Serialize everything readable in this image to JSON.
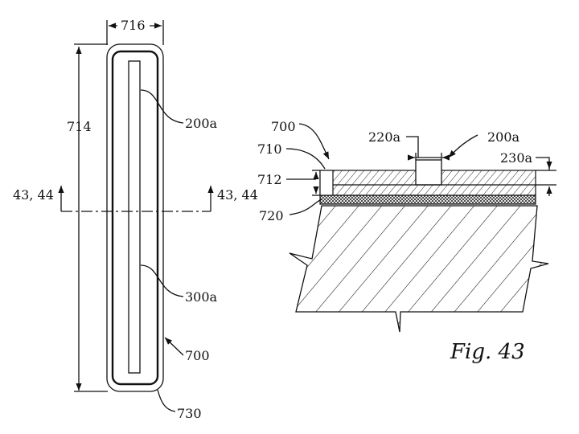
{
  "figure": {
    "caption": "Fig. 43"
  },
  "left_view": {
    "labels": {
      "width": "716",
      "height": "714",
      "section_left": "43, 44",
      "section_right": "43, 44",
      "part_200a": "200a",
      "part_300a": "300a",
      "part_700": "700",
      "part_730": "730"
    }
  },
  "right_view": {
    "labels": {
      "part_700": "700",
      "part_710": "710",
      "part_712": "712",
      "part_720": "720",
      "part_220a": "220a",
      "part_200a": "200a",
      "part_230a": "230a"
    }
  }
}
